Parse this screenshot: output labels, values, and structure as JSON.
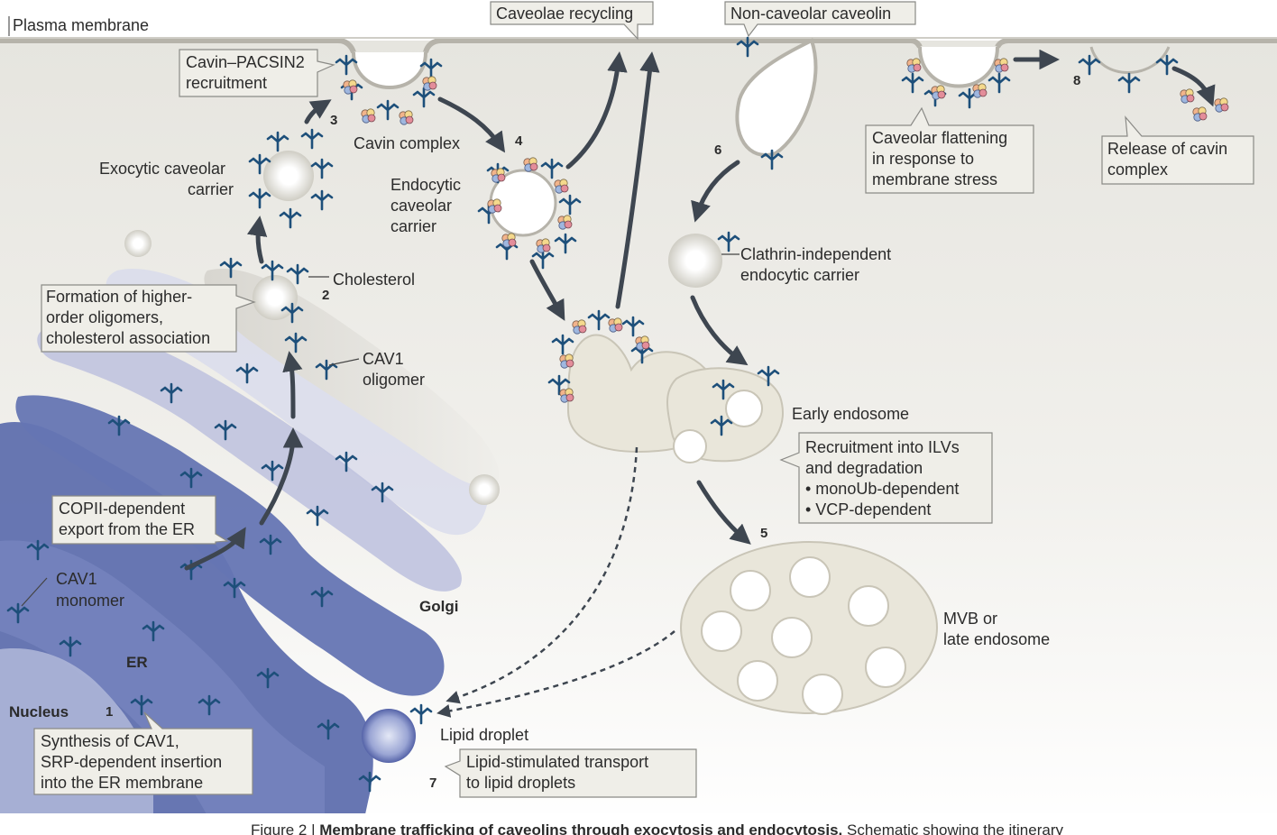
{
  "labels": {
    "plasma_membrane": "Plasma membrane",
    "caveolae_recycling": "Caveolae recycling",
    "non_caveolar_caveolin": "Non-caveolar caveolin",
    "cavin_pacsin2": [
      "Cavin–PACSIN2",
      "recruitment"
    ],
    "cavin_complex": "Cavin complex",
    "exocytic_carrier": [
      "Exocytic caveolar",
      "carrier"
    ],
    "endocytic_carrier": [
      "Endocytic",
      "caveolar",
      "carrier"
    ],
    "cholesterol": "Cholesterol",
    "higher_order": [
      "Formation of higher-",
      "order oligomers,",
      "cholesterol association"
    ],
    "cav1_oligomer": [
      "CAV1",
      "oligomer"
    ],
    "clathrin_independent": [
      "Clathrin-independent",
      "endocytic carrier"
    ],
    "early_endosome": "Early endosome",
    "ilv_box": [
      "Recruitment into ILVs",
      "and degradation",
      "• monoUb-dependent",
      "• VCP-dependent"
    ],
    "copii": [
      "COPII-dependent",
      "export from the ER"
    ],
    "cav1_monomer": [
      "CAV1",
      "monomer"
    ],
    "golgi": "Golgi",
    "er": "ER",
    "nucleus": "Nucleus",
    "synthesis": [
      "Synthesis of CAV1,",
      "SRP-dependent insertion",
      "into the ER membrane"
    ],
    "mvb": [
      "MVB or",
      "late endosome"
    ],
    "lipid_droplet": "Lipid droplet",
    "lipid_transport": [
      "Lipid-stimulated transport",
      "to lipid droplets"
    ],
    "flattening": [
      "Caveolar flattening",
      "in response to",
      "membrane stress"
    ],
    "release": [
      "Release of cavin",
      "complex"
    ]
  },
  "steps": [
    "1",
    "2",
    "3",
    "4",
    "5",
    "6",
    "7",
    "8"
  ],
  "caption": {
    "prefix": "Figure 2 | ",
    "title": "Membrane trafficking of caveolins through exocytosis and endocytosis.",
    "rest": " Schematic showing the itinerary"
  },
  "colors": {
    "membrane_fill": "#ecebe5",
    "organelle_fill": "#e9e6da",
    "er_blue": "#5f6fae",
    "caveolin": "#1d4f7a",
    "arrow": "#3e4650",
    "callout_fill": "#efeee8"
  }
}
